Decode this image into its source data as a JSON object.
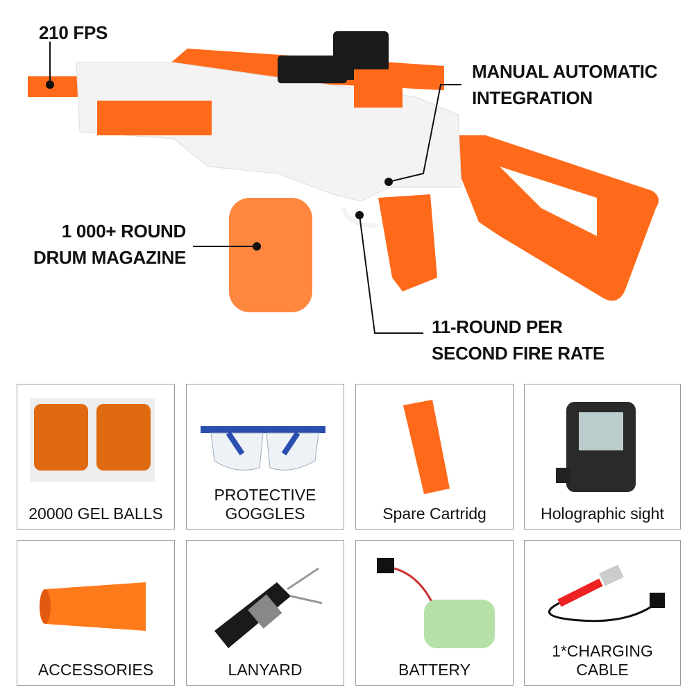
{
  "callouts": {
    "fps": "210 FPS",
    "manual_line1": "MANUAL AUTOMATIC",
    "manual_line2": "INTEGRATION",
    "drum_line1": "1 000+ ROUND",
    "drum_line2": "DRUM MAGAZINE",
    "fire_line1": "11-ROUND PER",
    "fire_line2": "SECOND FIRE RATE"
  },
  "accessories": [
    {
      "line1": "20000 GEL BALLS",
      "icon": "gel-balls"
    },
    {
      "line1": "PROTECTIVE",
      "line2": "GOGGLES",
      "icon": "goggles"
    },
    {
      "line1": "Spare Cartridg",
      "icon": "cartridge"
    },
    {
      "line1": "Holographic sight",
      "icon": "holographic-sight"
    },
    {
      "line1": "ACCESSORIES",
      "icon": "muzzle-tip"
    },
    {
      "line1": "LANYARD",
      "icon": "lanyard"
    },
    {
      "line1": "BATTERY",
      "icon": "battery"
    },
    {
      "line1": "1*CHARGING",
      "line2": "CABLE",
      "icon": "usb-cable"
    }
  ],
  "colors": {
    "orange": "#ff6a1a",
    "white": "#f4f2f2",
    "black": "#1a1a1a"
  }
}
